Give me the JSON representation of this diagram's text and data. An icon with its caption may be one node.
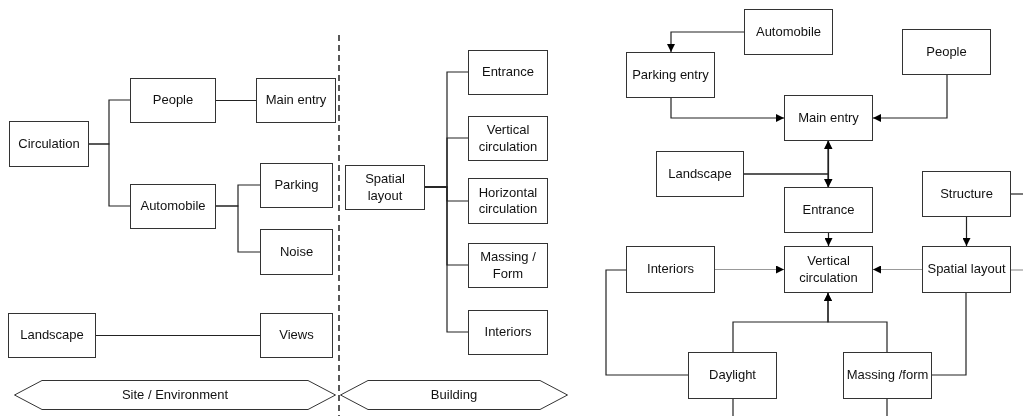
{
  "diagram": {
    "nodes": [
      {
        "text": [
          "Circulation"
        ]
      },
      {
        "text": [
          "People"
        ]
      },
      {
        "text": [
          "Main entry"
        ]
      },
      {
        "text": [
          "Automobile"
        ]
      },
      {
        "text": [
          "Parking"
        ]
      },
      {
        "text": [
          "Noise"
        ]
      },
      {
        "text": [
          "Landscape"
        ]
      },
      {
        "text": [
          "Views"
        ]
      },
      {
        "text": [
          "Site / Environment"
        ]
      },
      {
        "text": [
          "Spatial layout"
        ]
      },
      {
        "text": [
          "Entrance"
        ]
      },
      {
        "text": [
          "Vertical circulation"
        ]
      },
      {
        "text": [
          "Horizontal circulation"
        ]
      },
      {
        "text": [
          "Massing / Form"
        ]
      },
      {
        "text": [
          "Interiors"
        ]
      },
      {
        "text": [
          "Building"
        ]
      },
      {
        "text": [
          "Automobile"
        ]
      },
      {
        "text": [
          "Parking entry"
        ]
      },
      {
        "text": [
          "People"
        ]
      },
      {
        "text": [
          "Main entry"
        ]
      },
      {
        "text": [
          "Landscape"
        ]
      },
      {
        "text": [
          "Structure"
        ]
      },
      {
        "text": [
          "Entrance"
        ]
      },
      {
        "text": [
          "Interiors"
        ]
      },
      {
        "text": [
          "Vertical circulation"
        ]
      },
      {
        "text": [
          "Spatial layout"
        ]
      },
      {
        "text": [
          "Daylight"
        ]
      },
      {
        "text": [
          "Massing /form"
        ]
      }
    ],
    "edges": [
      {
        "from": 0,
        "to": 1,
        "arrow": "none"
      },
      {
        "from": 0,
        "to": 3,
        "arrow": "none"
      },
      {
        "from": 1,
        "to": 2,
        "arrow": "none"
      },
      {
        "from": 3,
        "to": 4,
        "arrow": "none"
      },
      {
        "from": 3,
        "to": 5,
        "arrow": "none"
      },
      {
        "from": 6,
        "to": 7,
        "arrow": "none"
      },
      {
        "from": 9,
        "to": 10,
        "arrow": "none"
      },
      {
        "from": 9,
        "to": 11,
        "arrow": "none"
      },
      {
        "from": 9,
        "to": 12,
        "arrow": "none"
      },
      {
        "from": 9,
        "to": 13,
        "arrow": "none"
      },
      {
        "from": 9,
        "to": 14,
        "arrow": "none"
      },
      {
        "from": 16,
        "to": 17,
        "arrow": "to"
      },
      {
        "from": 17,
        "to": 19,
        "arrow": "to"
      },
      {
        "from": 18,
        "to": 19,
        "arrow": "to"
      },
      {
        "from": 19,
        "to": 22,
        "arrow": "both"
      },
      {
        "from": 20,
        "to": 19,
        "arrow": "to"
      },
      {
        "from": 20,
        "to": 22,
        "arrow": "to"
      },
      {
        "from": 22,
        "to": 24,
        "arrow": "to"
      },
      {
        "from": 21,
        "to": 25,
        "arrow": "to"
      },
      {
        "from": 21,
        "to": null,
        "arrow": "none"
      },
      {
        "from": 23,
        "to": 24,
        "arrow": "to",
        "color": "#999999"
      },
      {
        "from": 25,
        "to": 24,
        "arrow": "to",
        "color": "#999999"
      },
      {
        "from": 25,
        "to": null,
        "arrow": "none",
        "color": "#999999"
      },
      {
        "from": 26,
        "to": 24,
        "arrow": "to"
      },
      {
        "from": 27,
        "to": 24,
        "arrow": "to"
      },
      {
        "from": 23,
        "to": 26,
        "arrow": "none"
      },
      {
        "from": 25,
        "to": 27,
        "arrow": "none"
      },
      {
        "from": 26,
        "to": null,
        "arrow": "none"
      },
      {
        "from": 27,
        "to": null,
        "arrow": "none"
      }
    ]
  }
}
